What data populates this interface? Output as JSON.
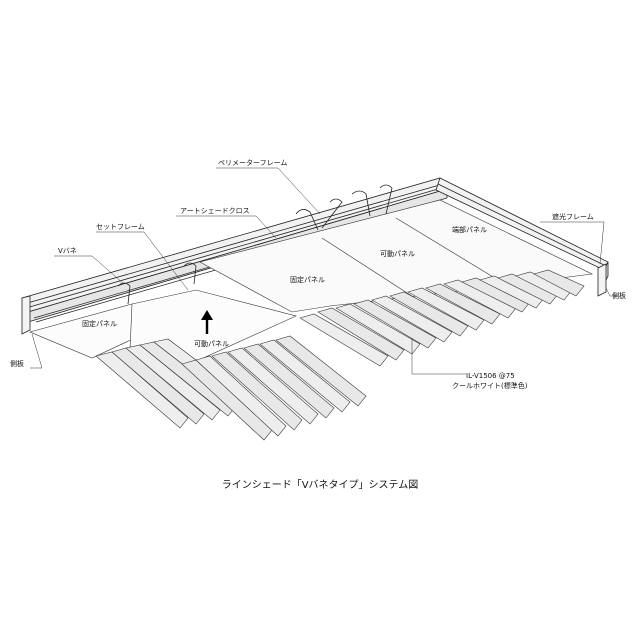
{
  "caption": "ラインシェード「Vバネタイプ」システム図",
  "labels": {
    "perimeter_frame": "ペリメーターフレーム",
    "art_shade_cloth": "アートシェードクロス",
    "set_frame": "セットフレーム",
    "v_spring": "Vバネ",
    "fixed_panel_left": "固定パネル",
    "fixed_panel_center": "固定パネル",
    "movable_panel_center": "可動パネル",
    "end_panel": "端部パネル",
    "shading_frame": "遮光フレーム",
    "side_plate_right": "側板",
    "side_plate_left": "側板",
    "movable_panel_arrow": "可動パネル",
    "product_code": "IL-V1506 @75",
    "color_name": "クールホワイト(標準色)"
  }
}
